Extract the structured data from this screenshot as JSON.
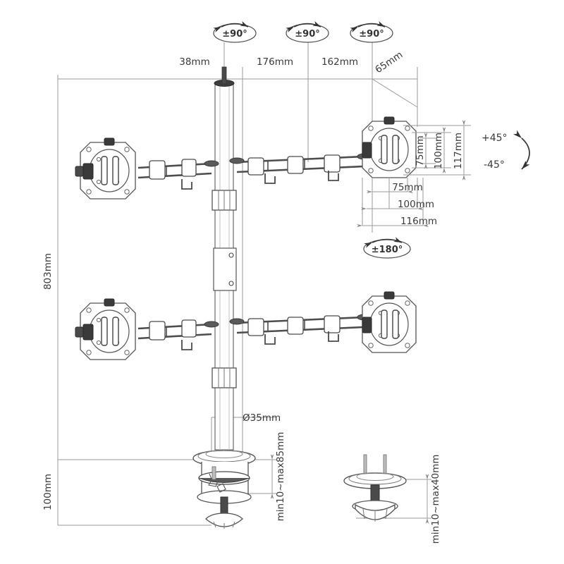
{
  "drawing": {
    "title": "Quad monitor desk mount dimension drawing",
    "background_color": "#ffffff",
    "line_color": "#999999",
    "part_color": "#4a4a4a",
    "text_color": "#3a3a3a"
  },
  "rotation_badges": [
    {
      "name": "rotation-badge-left",
      "label": "±90°"
    },
    {
      "name": "rotation-badge-middle",
      "label": "±90°"
    },
    {
      "name": "rotation-badge-right",
      "label": "±90°"
    },
    {
      "name": "rotation-badge-base",
      "label": "±180°"
    }
  ],
  "top_dimensions": [
    {
      "name": "dim-38mm",
      "label": "38mm"
    },
    {
      "name": "dim-176mm",
      "label": "176mm"
    },
    {
      "name": "dim-162mm",
      "label": "162mm"
    },
    {
      "name": "dim-65mm",
      "label": "65mm"
    }
  ],
  "left_dimensions": [
    {
      "name": "dim-803mm",
      "label": "803mm"
    },
    {
      "name": "dim-100mm-base",
      "label": "100mm"
    }
  ],
  "vesa_vertical": [
    {
      "name": "dim-vesa-75mm-v",
      "label": "75mm"
    },
    {
      "name": "dim-vesa-100mm-v",
      "label": "100mm"
    },
    {
      "name": "dim-vesa-117mm-v",
      "label": "117mm"
    }
  ],
  "vesa_horizontal": [
    {
      "name": "dim-vesa-75mm-h",
      "label": "75mm"
    },
    {
      "name": "dim-vesa-100mm-h",
      "label": "100mm"
    },
    {
      "name": "dim-vesa-116mm-h",
      "label": "116mm"
    }
  ],
  "tilt": {
    "up_label": "+45°",
    "down_label": "-45°"
  },
  "pole": {
    "diameter_label": "Ø35mm"
  },
  "mounts": {
    "clamp_label": "min10~max85mm",
    "grommet_label": "min10~max40mm"
  }
}
